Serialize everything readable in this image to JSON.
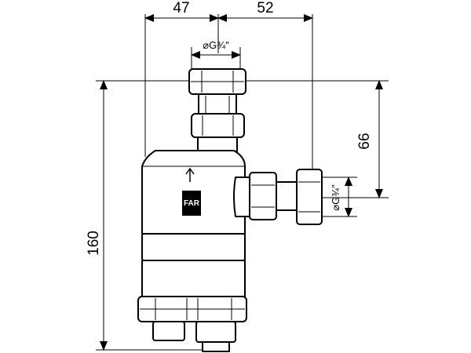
{
  "dimensions": {
    "top_left": "47",
    "top_right": "52",
    "thread_top": "⌀G¾″",
    "thread_side": "⌀G¾″",
    "height_total": "160",
    "height_side": "66"
  },
  "logo": "FAR",
  "flow_arrow": "up-arrow-icon"
}
